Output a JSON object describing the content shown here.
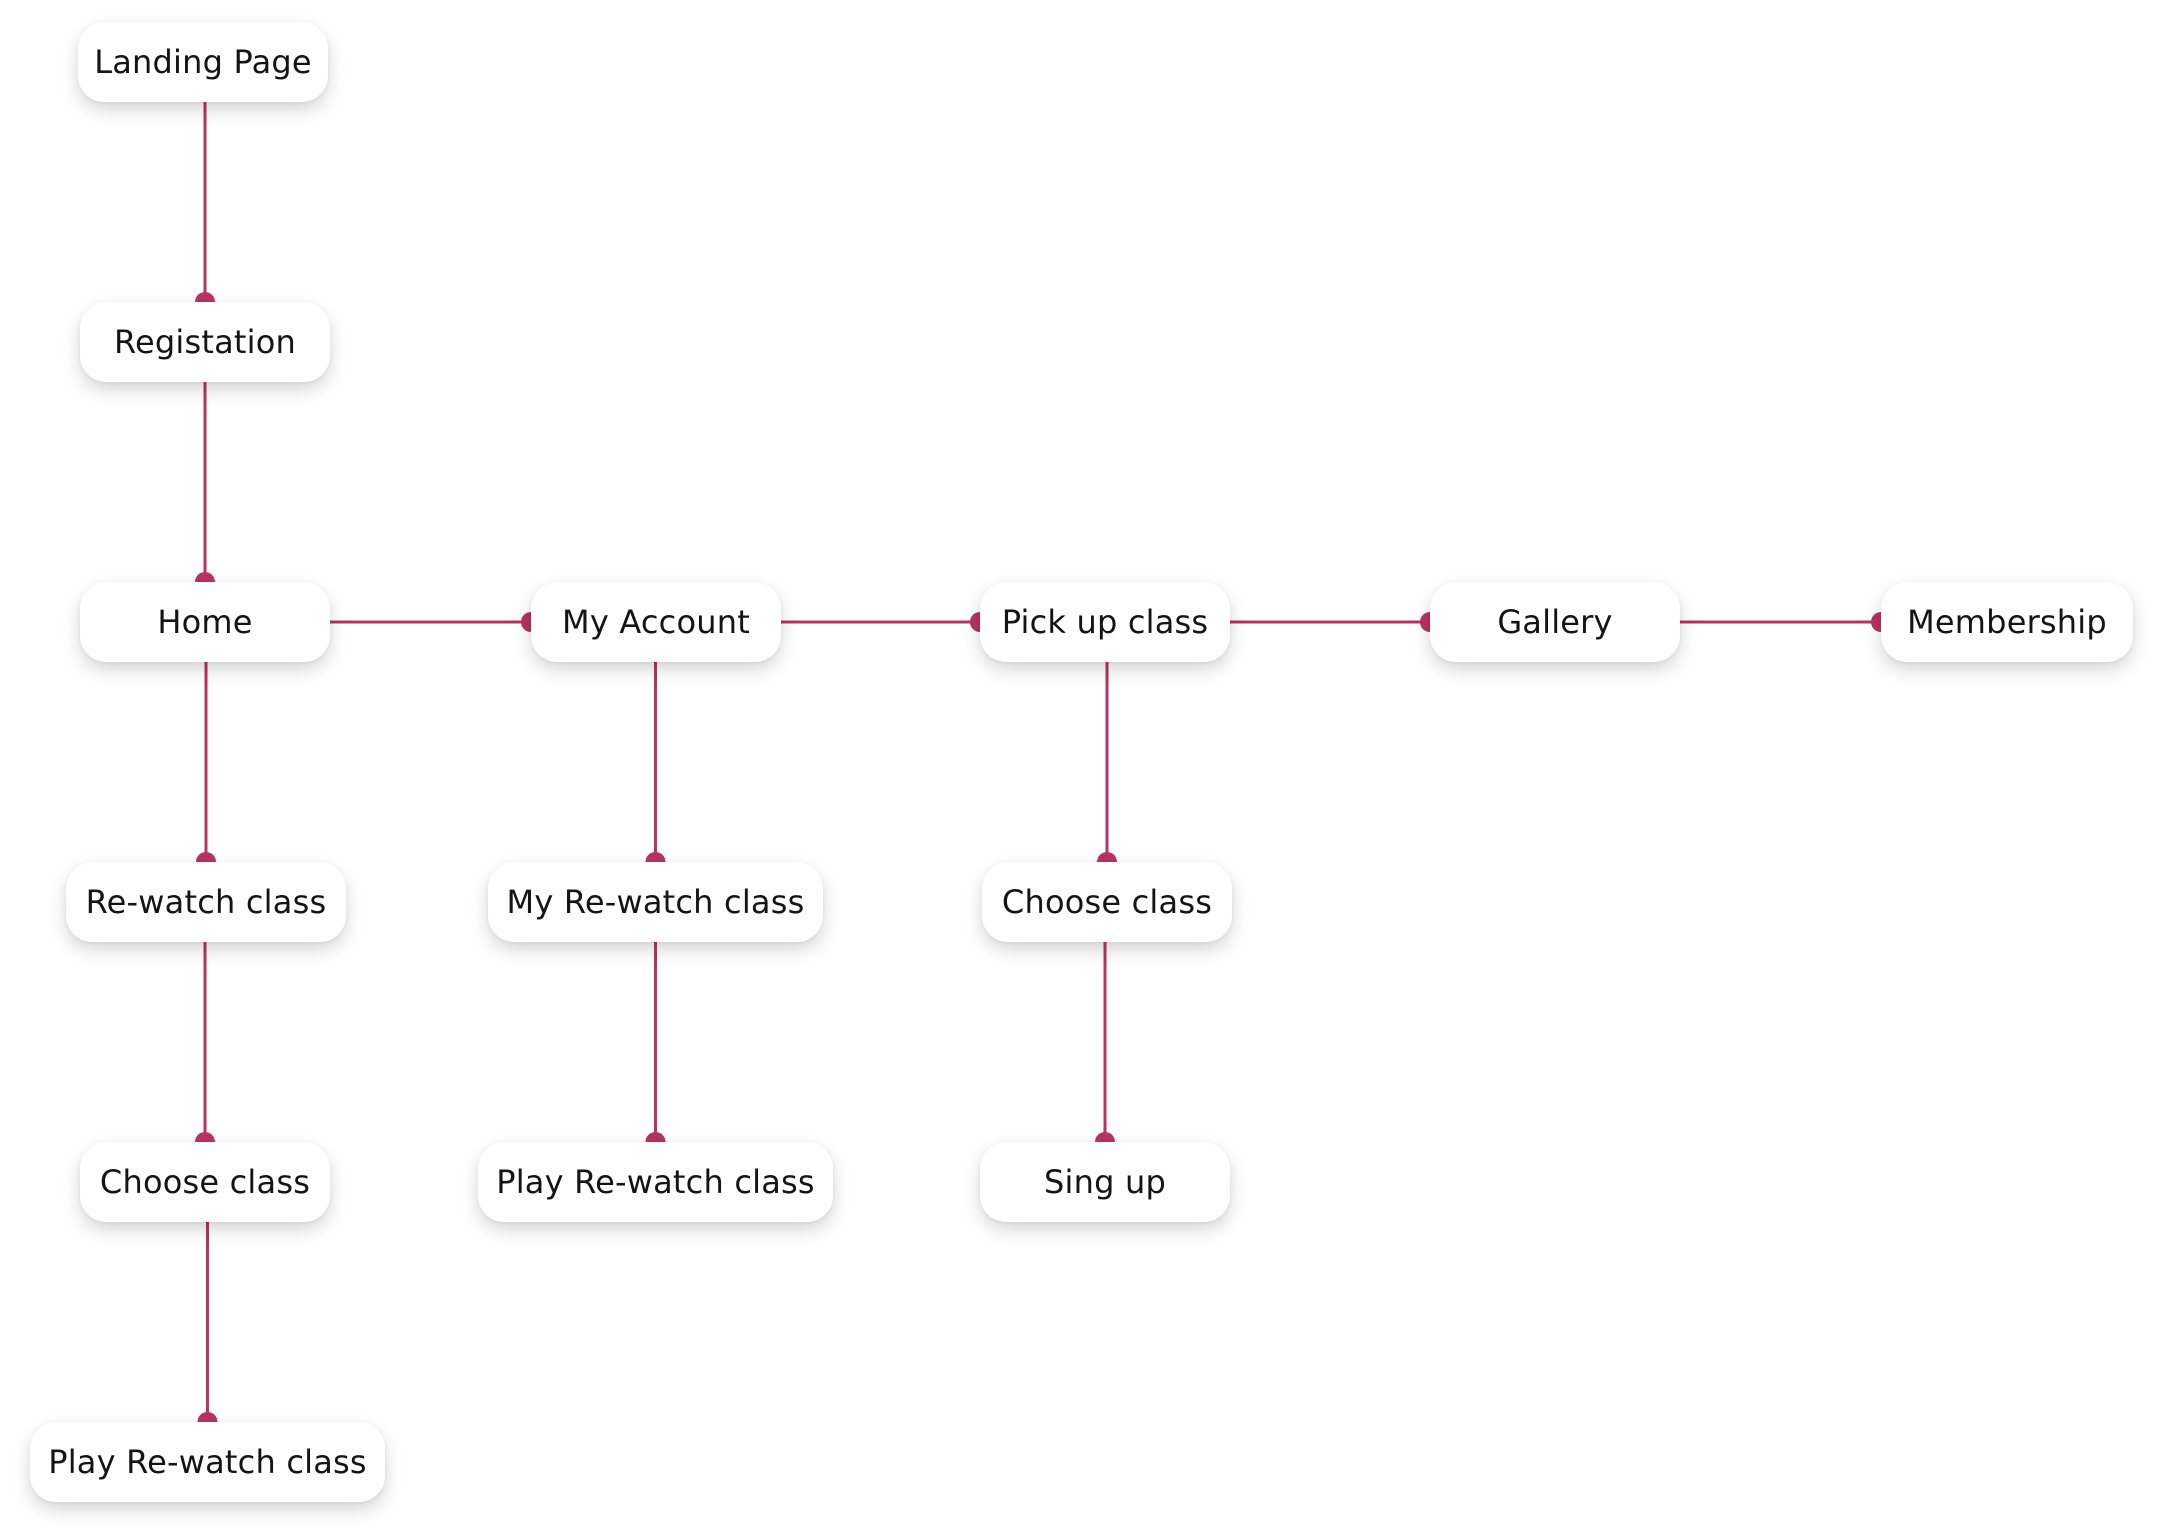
{
  "colors": {
    "connector": "#b8335f",
    "node_background": "#ffffff",
    "node_text": "#141414"
  },
  "nodes": {
    "landing_page": "Landing Page",
    "registration": "Registation",
    "home": "Home",
    "my_account": "My Account",
    "pick_up_class": "Pick up class",
    "gallery": "Gallery",
    "membership": "Membership",
    "rewatch_class": "Re-watch class",
    "my_rewatch_class": "My Re-watch class",
    "choose_class_pickup": "Choose class",
    "choose_class_home": "Choose class",
    "play_rewatch_account": "Play Re-watch class",
    "sing_up": "Sing up",
    "play_rewatch_home": "Play Re-watch class"
  },
  "edges": [
    {
      "from": "landing_page",
      "to": "registration"
    },
    {
      "from": "registration",
      "to": "home"
    },
    {
      "from": "home",
      "to": "my_account"
    },
    {
      "from": "my_account",
      "to": "pick_up_class"
    },
    {
      "from": "pick_up_class",
      "to": "gallery"
    },
    {
      "from": "gallery",
      "to": "membership"
    },
    {
      "from": "home",
      "to": "rewatch_class"
    },
    {
      "from": "rewatch_class",
      "to": "choose_class_home"
    },
    {
      "from": "choose_class_home",
      "to": "play_rewatch_home"
    },
    {
      "from": "my_account",
      "to": "my_rewatch_class"
    },
    {
      "from": "my_rewatch_class",
      "to": "play_rewatch_account"
    },
    {
      "from": "pick_up_class",
      "to": "choose_class_pickup"
    },
    {
      "from": "choose_class_pickup",
      "to": "sing_up"
    }
  ]
}
